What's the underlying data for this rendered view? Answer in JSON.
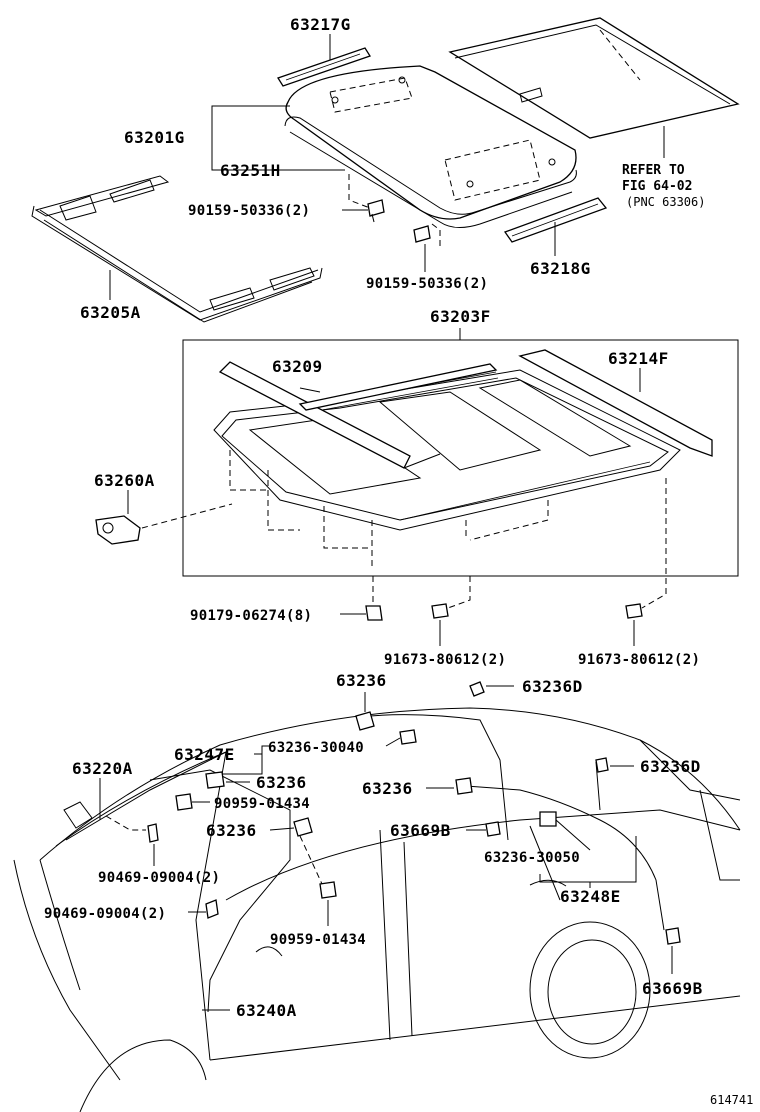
{
  "labels": {
    "p63217G": "63217G",
    "p63201G": "63201G",
    "p63251H": "63251H",
    "p90159_a": "90159-50336(2)",
    "p90159_b": "90159-50336(2)",
    "p63218G": "63218G",
    "p63205A": "63205A",
    "p63203F": "63203F",
    "p63209": "63209",
    "p63214F": "63214F",
    "p63260A": "63260A",
    "p90179": "90179-06274(8)",
    "p91673_a": "91673-80612(2)",
    "p91673_b": "91673-80612(2)",
    "p63236_top": "63236",
    "p63236D_top": "63236D",
    "p63247E": "63247E",
    "p63236_30040": "63236-30040",
    "p63220A": "63220A",
    "p63236_left": "63236",
    "p90959_a": "90959-01434",
    "p63236_mid": "63236",
    "p63236_right": "63236",
    "p63236D_right": "63236D",
    "p63669B_mid": "63669B",
    "p90469_a": "90469-09004(2)",
    "p90469_b": "90469-09004(2)",
    "p63236_30050": "63236-30050",
    "p63248E": "63248E",
    "p90959_b": "90959-01434",
    "p63240A": "63240A",
    "p63669B_low": "63669B"
  },
  "reference": {
    "line1": "REFER TO",
    "line2": "FIG 64-02",
    "line3": "(PNC 63306)"
  },
  "figure_number": "614741"
}
